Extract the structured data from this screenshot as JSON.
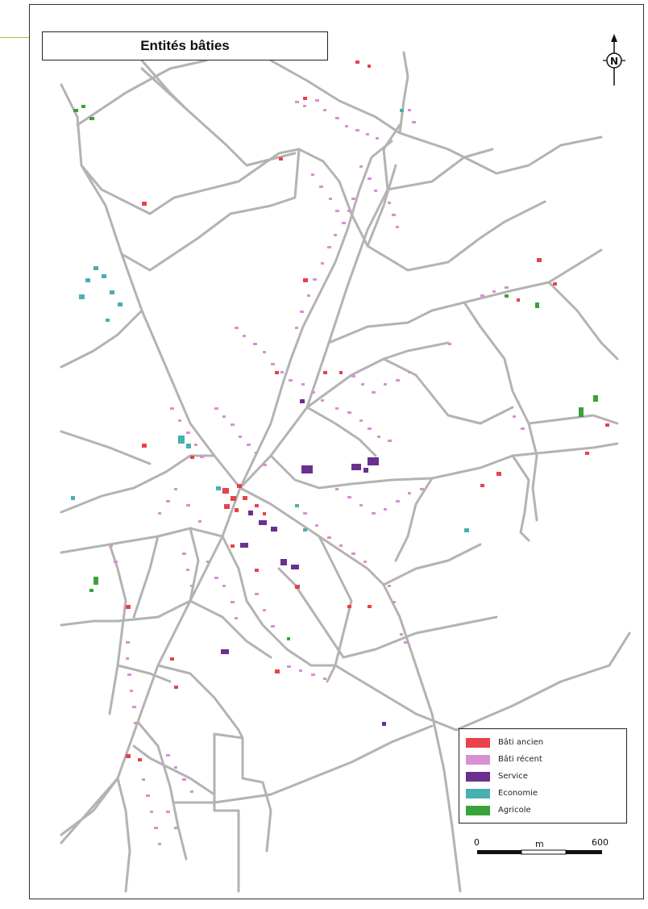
{
  "map": {
    "title": "Entités bâties",
    "north_label": "N"
  },
  "legend": {
    "items": [
      {
        "label": "Bâti ancien",
        "color": "#e8424a"
      },
      {
        "label": "Bâti récent",
        "color": "#d890d4"
      },
      {
        "label": "Service",
        "color": "#6b2f8f"
      },
      {
        "label": "Economie",
        "color": "#4aafb0"
      },
      {
        "label": "Agricole",
        "color": "#3aa23a"
      }
    ]
  },
  "scale": {
    "start": "0",
    "unit": "m",
    "end": "600"
  },
  "colors": {
    "road": "#b3b3b3",
    "frame": "#333333",
    "accent": "#9bc23a"
  }
}
